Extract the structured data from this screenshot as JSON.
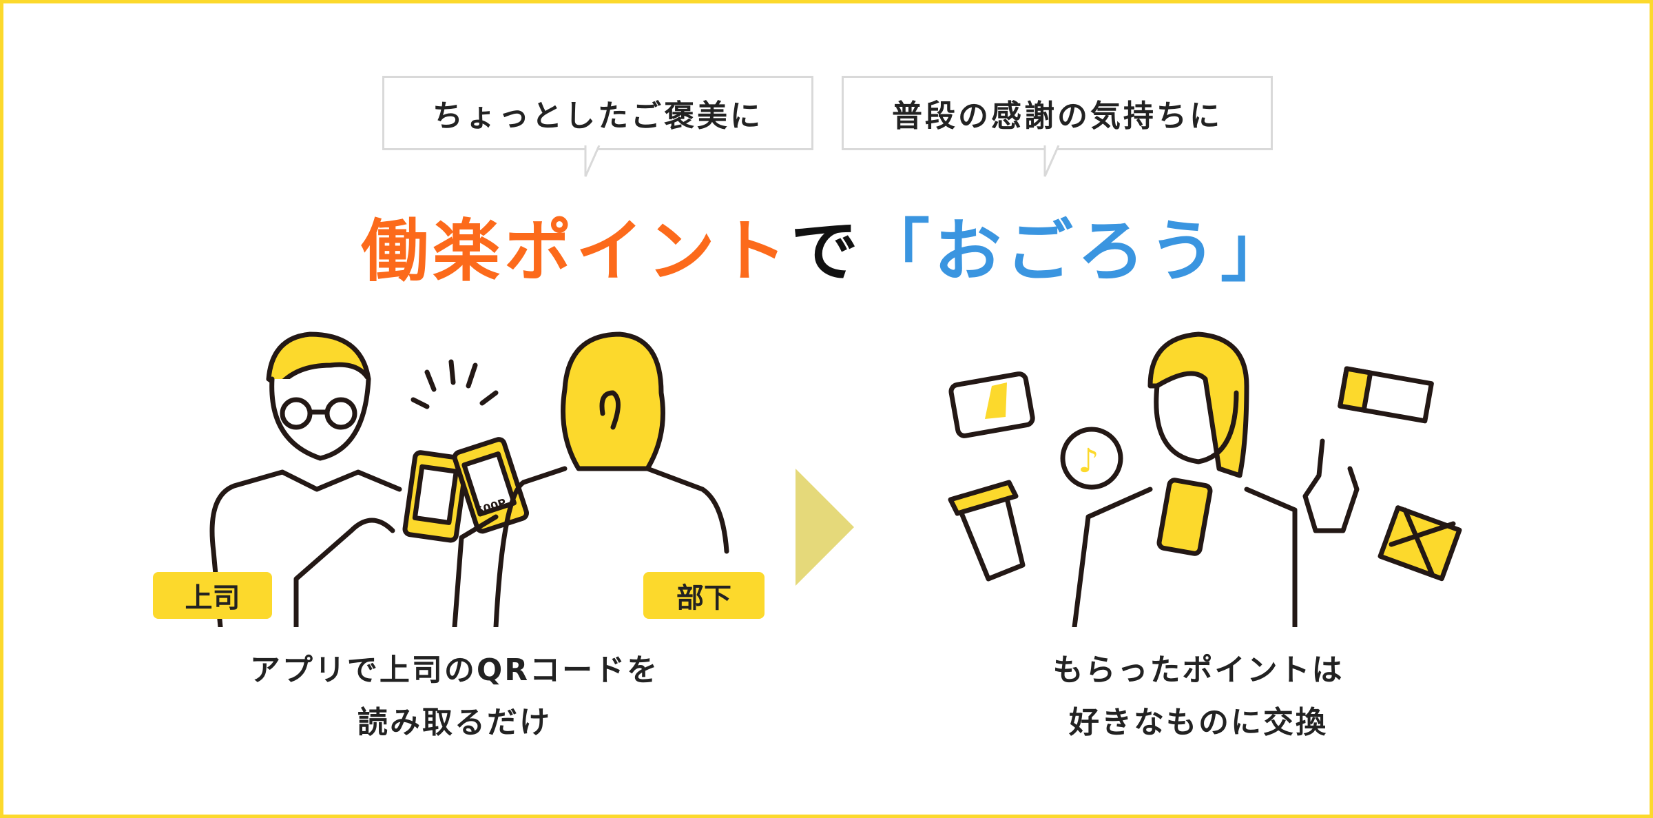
{
  "bubbles": [
    "ちょっとしたご褒美に",
    "普段の感謝の気持ちに"
  ],
  "headline": {
    "part1": "働楽ポイント",
    "part2": "で",
    "part3": "「おごろう」"
  },
  "colors": {
    "border": "#fcd92c",
    "orange": "#fc6a1b",
    "blue": "#3a95e0",
    "tag": "#fcd92c",
    "arrow": "#e5d97a"
  },
  "left_scene": {
    "tag_boss": "上司",
    "tag_subordinate": "部下",
    "phone_amount": "500P",
    "caption_line1": "アプリで上司のQRコードを",
    "caption_line2": "読み取るだけ"
  },
  "right_scene": {
    "caption_line1": "もらったポイントは",
    "caption_line2": "好きなものに交換"
  }
}
